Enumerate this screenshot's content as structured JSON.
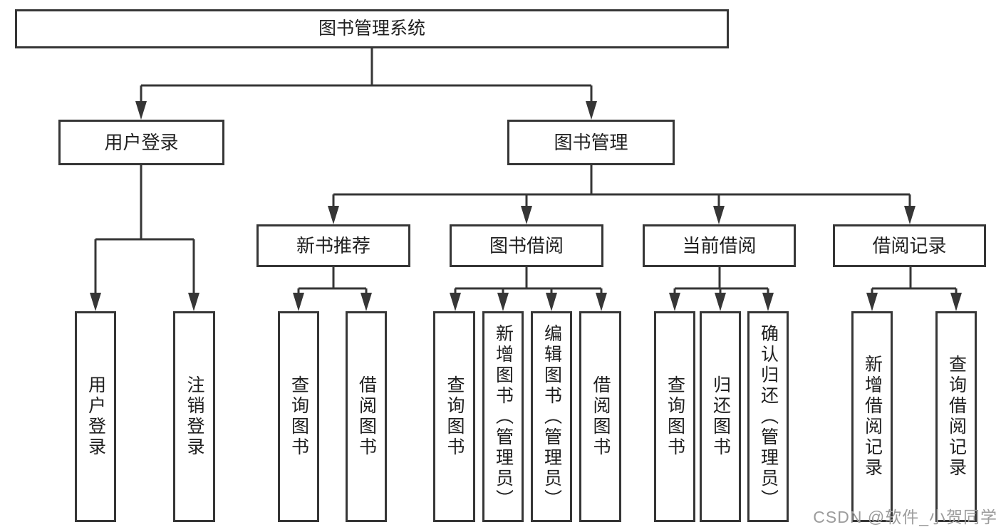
{
  "diagram": {
    "root": "图书管理系统",
    "level2": [
      "用户登录",
      "图书管理"
    ],
    "level3": [
      "新书推荐",
      "图书借阅",
      "当前借阅",
      "借阅记录"
    ],
    "leaves": {
      "user_login": [
        "用户登录",
        "注销登录"
      ],
      "new_book_recommend": [
        "查询图书",
        "借阅图书"
      ],
      "book_borrow": [
        "查询图书",
        "新增图书（管理员）",
        "编辑图书（管理员）",
        "借阅图书"
      ],
      "current_borrow": [
        "查询图书",
        "归还图书",
        "确认归还（管理员）"
      ],
      "borrow_record": [
        "新增借阅记录",
        "查询借阅记录"
      ]
    }
  },
  "watermark": "CSDN @软件_小贺同学",
  "colors": {
    "line": "#363636",
    "text": "#1f1f1f",
    "watermark": "#9c9c9c",
    "background": "#ffffff"
  }
}
